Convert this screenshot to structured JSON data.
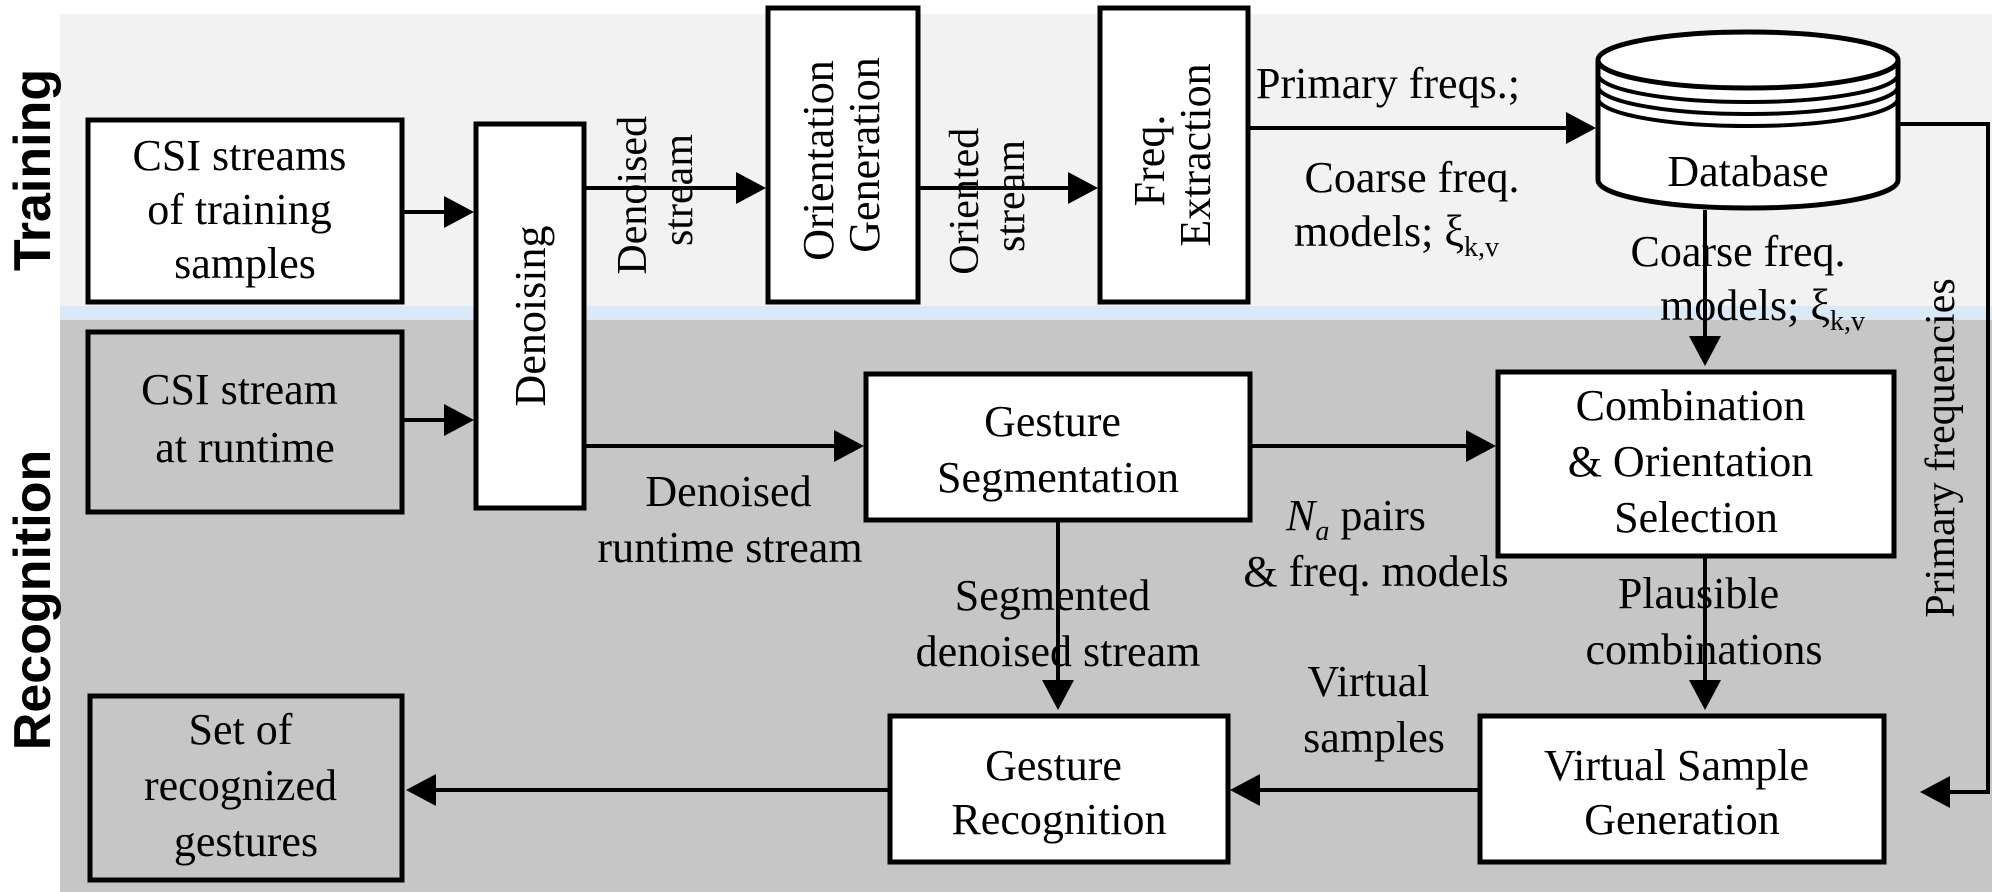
{
  "sections": {
    "training": "Training",
    "recognition": "Recognition"
  },
  "boxes": {
    "csi_training": [
      "CSI streams",
      "of training",
      "samples"
    ],
    "csi_runtime": [
      "CSI stream",
      "at runtime"
    ],
    "denoising": "Denoising",
    "orientation_generation": [
      "Orientation",
      "Generation"
    ],
    "freq_extraction": [
      "Freq.",
      "Extraction"
    ],
    "database": "Database",
    "gesture_segmentation": [
      "Gesture",
      "Segmentation"
    ],
    "combination_selection": [
      "Combination",
      "& Orientation",
      "Selection"
    ],
    "virtual_sample_generation": [
      "Virtual Sample",
      "Generation"
    ],
    "gesture_recognition": [
      "Gesture",
      "Recognition"
    ],
    "recognized_gestures": [
      "Set of",
      "recognized",
      "gestures"
    ]
  },
  "edge_labels": {
    "denoised_stream": [
      "Denoised",
      "stream"
    ],
    "oriented_stream": [
      "Oriented",
      "stream"
    ],
    "primary_freqs": "Primary freqs.;",
    "coarse_models_top": [
      "Coarse freq.",
      "models; ",
      "ξ",
      "k,v"
    ],
    "coarse_models_bottom": [
      "Coarse freq.",
      "models; ",
      "ξ",
      "k,v"
    ],
    "primary_frequencies": "Primary frequencies",
    "denoised_runtime": [
      "Denoised",
      "runtime stream"
    ],
    "na_pairs": [
      "N",
      "a",
      " pairs",
      "& freq. models"
    ],
    "segmented_stream": [
      "Segmented",
      "denoised stream"
    ],
    "plausible": [
      "Plausible",
      "combinations"
    ],
    "virtual_samples": [
      "Virtual",
      "samples"
    ]
  },
  "colors": {
    "training_band": "#f2f2f2",
    "recognition_band": "#c6c6c6",
    "separator": "#dbe8f6"
  }
}
